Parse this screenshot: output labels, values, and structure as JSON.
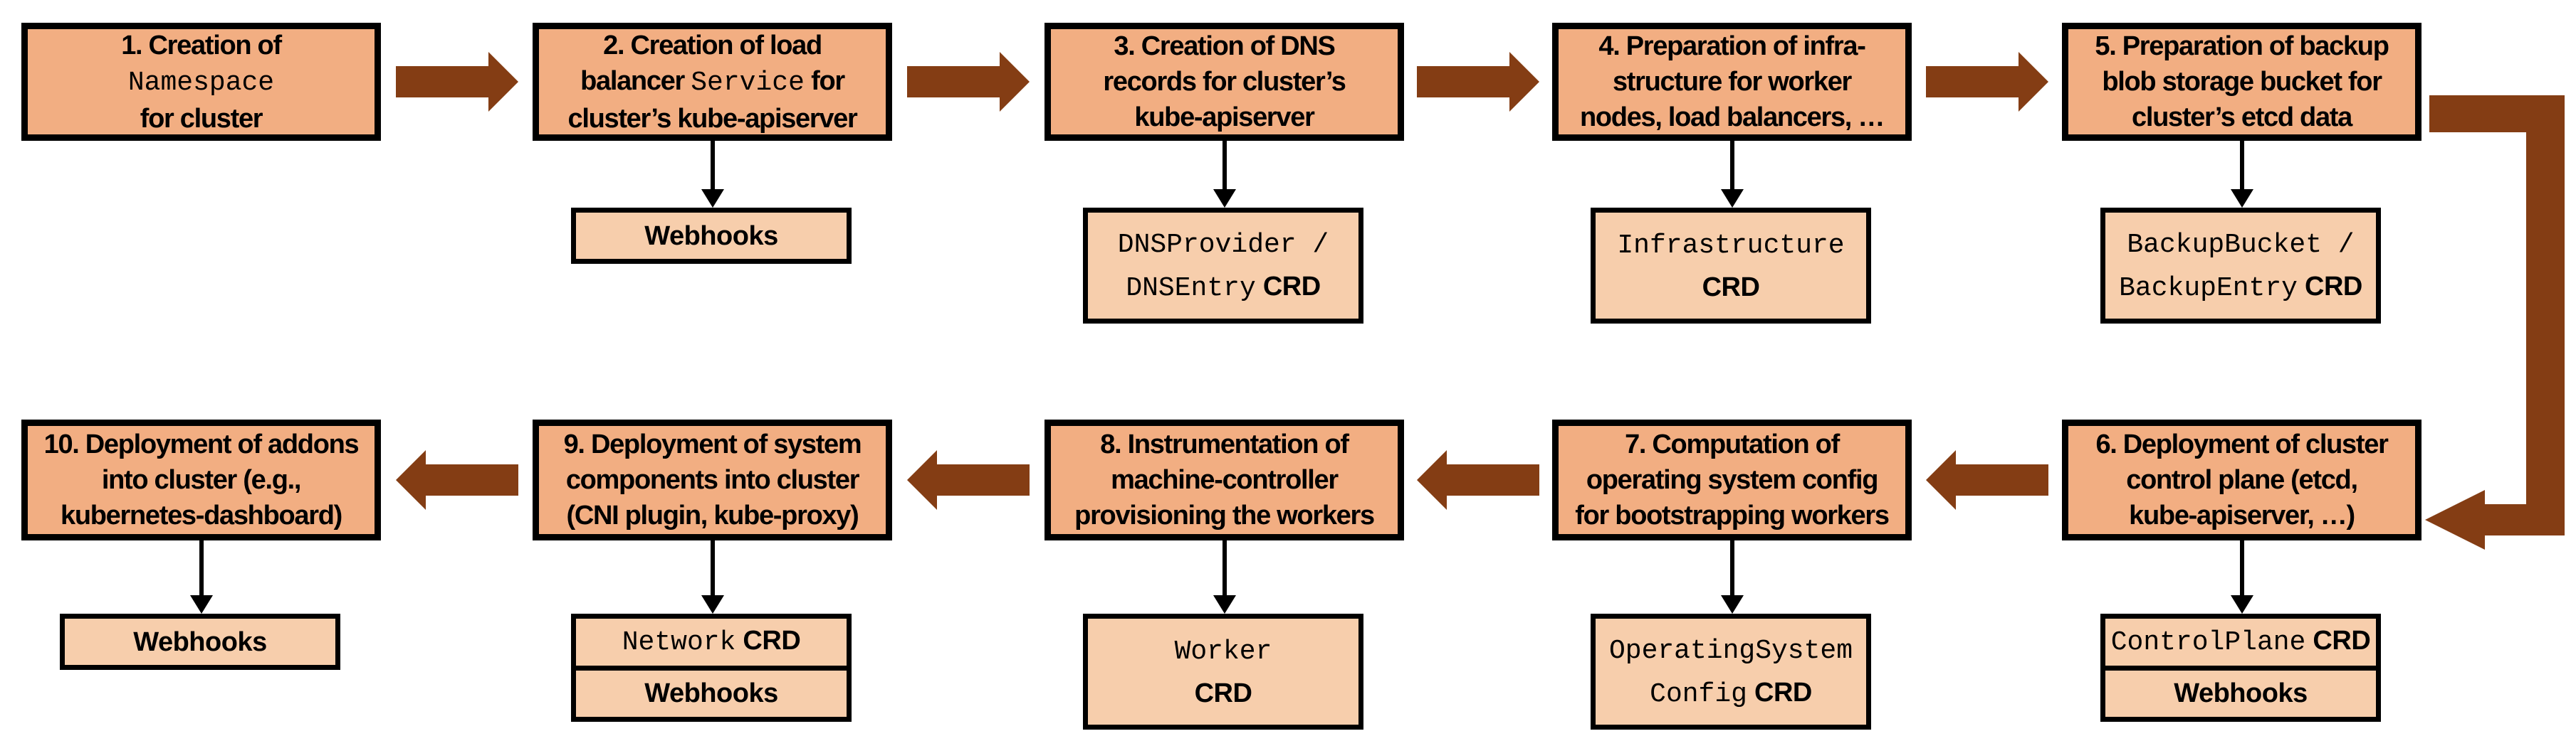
{
  "colors": {
    "main_box_fill": "#F2AE82",
    "sub_box_fill": "#F7CEAC",
    "arrow": "#843D14",
    "border": "#000000",
    "text": "#000000",
    "background": "#FFFFFF"
  },
  "rows": [
    {
      "name": "row-1",
      "direction": "right",
      "steps": [
        {
          "id": "step-1",
          "lines": [
            [
              {
                "t": "1. Creation of",
                "f": "sans"
              }
            ],
            [
              {
                "t": "Namespace",
                "f": "mono"
              }
            ],
            [
              {
                "t": "for cluster",
                "f": "sans"
              }
            ]
          ],
          "subs": []
        },
        {
          "id": "step-2",
          "lines": [
            [
              {
                "t": "2. Creation of load",
                "f": "sans"
              }
            ],
            [
              {
                "t": "balancer ",
                "f": "sans"
              },
              {
                "t": "Service",
                "f": "mono"
              },
              {
                "t": " for",
                "f": "sans"
              }
            ],
            [
              {
                "t": "cluster’s kube-apiserver",
                "f": "sans"
              }
            ]
          ],
          "subs": [
            {
              "lines": [
                [
                  {
                    "t": "Webhooks",
                    "f": "bold"
                  }
                ]
              ]
            }
          ]
        },
        {
          "id": "step-3",
          "lines": [
            [
              {
                "t": "3. Creation of DNS",
                "f": "sans"
              }
            ],
            [
              {
                "t": "records for cluster’s",
                "f": "sans"
              }
            ],
            [
              {
                "t": "kube-apiserver",
                "f": "sans"
              }
            ]
          ],
          "subs": [
            {
              "lines": [
                [
                  {
                    "t": "DNSProvider /",
                    "f": "mono"
                  }
                ],
                [
                  {
                    "t": "DNSEntry",
                    "f": "mono"
                  },
                  {
                    "t": " CRD",
                    "f": "bold"
                  }
                ]
              ]
            }
          ]
        },
        {
          "id": "step-4",
          "lines": [
            [
              {
                "t": "4. Preparation of infra-",
                "f": "sans"
              }
            ],
            [
              {
                "t": "structure for worker",
                "f": "sans"
              }
            ],
            [
              {
                "t": "nodes, load balancers, …",
                "f": "sans"
              }
            ]
          ],
          "subs": [
            {
              "lines": [
                [
                  {
                    "t": "Infrastructure",
                    "f": "mono"
                  }
                ],
                [
                  {
                    "t": "CRD",
                    "f": "bold"
                  }
                ]
              ]
            }
          ]
        },
        {
          "id": "step-5",
          "lines": [
            [
              {
                "t": "5. Preparation of backup",
                "f": "sans"
              }
            ],
            [
              {
                "t": "blob storage bucket for",
                "f": "sans"
              }
            ],
            [
              {
                "t": "cluster’s etcd data",
                "f": "sans"
              }
            ]
          ],
          "subs": [
            {
              "lines": [
                [
                  {
                    "t": "BackupBucket /",
                    "f": "mono"
                  }
                ],
                [
                  {
                    "t": "BackupEntry",
                    "f": "mono"
                  },
                  {
                    "t": " CRD",
                    "f": "bold"
                  }
                ]
              ]
            }
          ]
        }
      ]
    },
    {
      "name": "row-2",
      "direction": "left",
      "steps": [
        {
          "id": "step-10",
          "lines": [
            [
              {
                "t": "10. Deployment of addons",
                "f": "sans"
              }
            ],
            [
              {
                "t": "into cluster (e.g.,",
                "f": "sans"
              }
            ],
            [
              {
                "t": "kubernetes-dashboard)",
                "f": "sans"
              }
            ]
          ],
          "subs": [
            {
              "lines": [
                [
                  {
                    "t": "Webhooks",
                    "f": "bold"
                  }
                ]
              ]
            }
          ]
        },
        {
          "id": "step-9",
          "lines": [
            [
              {
                "t": "9. Deployment of system",
                "f": "sans"
              }
            ],
            [
              {
                "t": "components into cluster",
                "f": "sans"
              }
            ],
            [
              {
                "t": "(CNI plugin, kube-proxy)",
                "f": "sans"
              }
            ]
          ],
          "subs": [
            {
              "lines": [
                [
                  {
                    "t": "Network",
                    "f": "mono"
                  },
                  {
                    "t": " CRD",
                    "f": "bold"
                  }
                ]
              ]
            },
            {
              "lines": [
                [
                  {
                    "t": "Webhooks",
                    "f": "bold"
                  }
                ]
              ]
            }
          ]
        },
        {
          "id": "step-8",
          "lines": [
            [
              {
                "t": "8. Instrumentation of",
                "f": "sans"
              }
            ],
            [
              {
                "t": "machine-controller",
                "f": "sans"
              }
            ],
            [
              {
                "t": "provisioning the workers",
                "f": "sans"
              }
            ]
          ],
          "subs": [
            {
              "lines": [
                [
                  {
                    "t": "Worker",
                    "f": "mono"
                  }
                ],
                [
                  {
                    "t": "CRD",
                    "f": "bold"
                  }
                ]
              ]
            }
          ]
        },
        {
          "id": "step-7",
          "lines": [
            [
              {
                "t": "7. Computation of",
                "f": "sans"
              }
            ],
            [
              {
                "t": "operating system config",
                "f": "sans"
              }
            ],
            [
              {
                "t": "for bootstrapping workers",
                "f": "sans"
              }
            ]
          ],
          "subs": [
            {
              "lines": [
                [
                  {
                    "t": "OperatingSystem",
                    "f": "mono"
                  }
                ],
                [
                  {
                    "t": "Config",
                    "f": "mono"
                  },
                  {
                    "t": " CRD",
                    "f": "bold"
                  }
                ]
              ]
            }
          ]
        },
        {
          "id": "step-6",
          "lines": [
            [
              {
                "t": "6. Deployment of cluster",
                "f": "sans"
              }
            ],
            [
              {
                "t": "control plane (etcd,",
                "f": "sans"
              }
            ],
            [
              {
                "t": "kube-apiserver, …)",
                "f": "sans"
              }
            ]
          ],
          "subs": [
            {
              "lines": [
                [
                  {
                    "t": "ControlPlane",
                    "f": "mono"
                  },
                  {
                    "t": " CRD",
                    "f": "bold"
                  }
                ]
              ]
            },
            {
              "lines": [
                [
                  {
                    "t": "Webhooks",
                    "f": "bold"
                  }
                ]
              ]
            }
          ]
        }
      ]
    }
  ],
  "connections": [
    {
      "from": "step-1",
      "to": "step-2",
      "style": "straight"
    },
    {
      "from": "step-2",
      "to": "step-3",
      "style": "straight"
    },
    {
      "from": "step-3",
      "to": "step-4",
      "style": "straight"
    },
    {
      "from": "step-4",
      "to": "step-5",
      "style": "straight"
    },
    {
      "from": "step-5",
      "to": "step-6",
      "style": "elbow"
    },
    {
      "from": "step-6",
      "to": "step-7",
      "style": "straight"
    },
    {
      "from": "step-7",
      "to": "step-8",
      "style": "straight"
    },
    {
      "from": "step-8",
      "to": "step-9",
      "style": "straight"
    },
    {
      "from": "step-9",
      "to": "step-10",
      "style": "straight"
    }
  ]
}
